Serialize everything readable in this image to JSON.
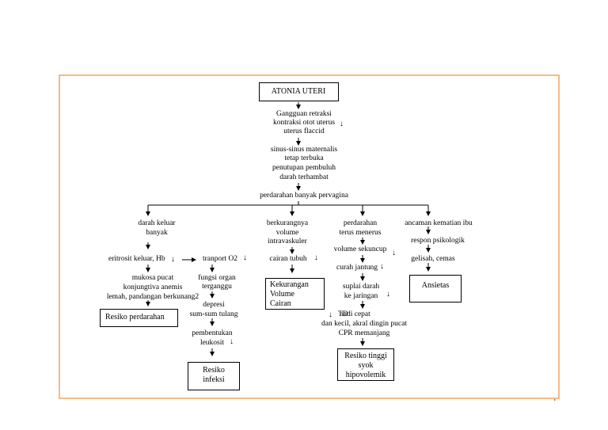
{
  "diagram": {
    "root": "ATONIA UTERI",
    "chain": [
      [
        "Gangguan retraksi",
        "kontraksi otot uterus",
        "uterus flaccid"
      ],
      [
        "sinus-sinus maternalis",
        "tetap terbuka",
        "penutupan pembuluh",
        "darah terhambat"
      ],
      [
        "perdarahan banyak pervagina"
      ]
    ],
    "col1": {
      "a": [
        "darah keluar",
        "banyak"
      ],
      "b": "eritrosit keluar, Hb",
      "c": [
        "mukosa pucat",
        "konjungtiva anemis",
        "lemah, pandangan berkunang2"
      ],
      "box": "Resiko perdarahan"
    },
    "col2": {
      "a": "tranport O2",
      "b": [
        "fungsi organ",
        "terganggu"
      ],
      "c": [
        "depresi",
        "sum-sum tulang"
      ],
      "d": [
        "pembentukan",
        "leukosit"
      ],
      "box": [
        "Resiko",
        "infeksi"
      ]
    },
    "col3": {
      "a": [
        "berkurangnya",
        "volume",
        "intravaskuler"
      ],
      "b": "cairan tubuh",
      "box": [
        "Kekurangan",
        "Volume",
        "Cairan"
      ]
    },
    "col4": {
      "a": [
        "perdarahan",
        "terus menerus"
      ],
      "b": "volume sekuncup",
      "c": "curah jantung",
      "d": [
        "suplai darah",
        "ke jaringan"
      ],
      "e": [
        "TD",
        "nadi cepat",
        "dan kecil, akral dingin pucat",
        "CPR memanjang"
      ],
      "box": [
        "Resiko tinggi",
        "syok",
        "hipovolemik"
      ]
    },
    "col5": {
      "a": "ancaman kematian ibu",
      "b": "respon psikologik",
      "c": "gelisah, cemas",
      "box": "Ansietas"
    },
    "colors": {
      "frame": "#f4a460",
      "ink": "#000000"
    },
    "page_mark": "'"
  }
}
